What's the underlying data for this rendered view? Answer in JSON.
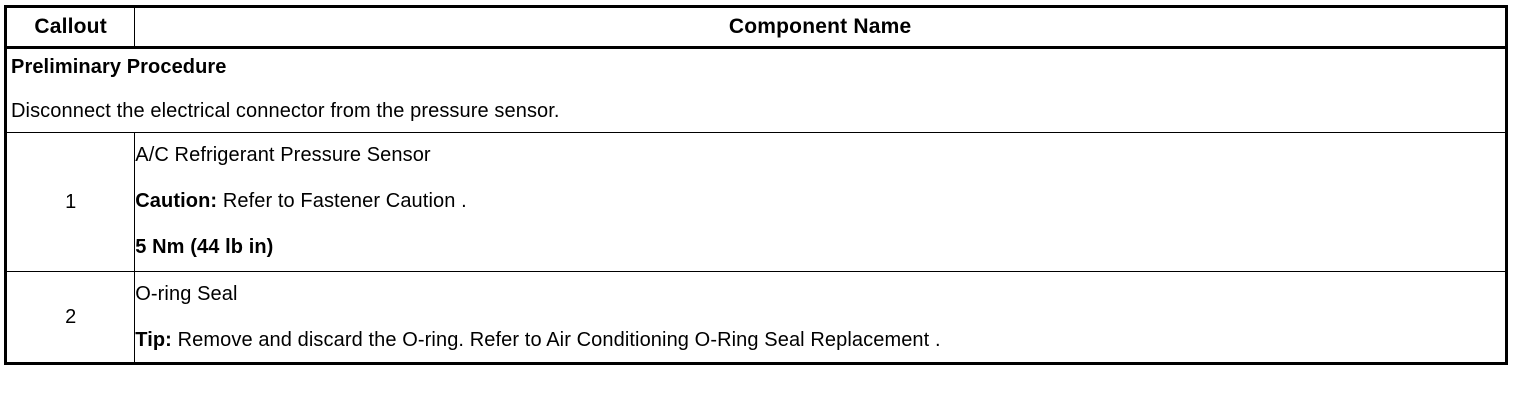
{
  "table": {
    "headers": {
      "callout": "Callout",
      "component_name": "Component Name"
    },
    "preliminary": {
      "title": "Preliminary Procedure",
      "step": "Disconnect the electrical connector from the pressure sensor."
    },
    "rows": [
      {
        "callout": "1",
        "name": "A/C Refrigerant Pressure Sensor",
        "caution_label": "Caution:",
        "caution_text": " Refer to Fastener Caution .",
        "torque": "5 Nm (44 lb in)"
      },
      {
        "callout": "2",
        "name": "O-ring Seal",
        "tip_label": "Tip:",
        "tip_text": " Remove and discard the O-ring. Refer to Air Conditioning O-Ring Seal Replacement ."
      }
    ]
  },
  "colors": {
    "border": "#000000",
    "text": "#000000",
    "background": "#ffffff"
  }
}
